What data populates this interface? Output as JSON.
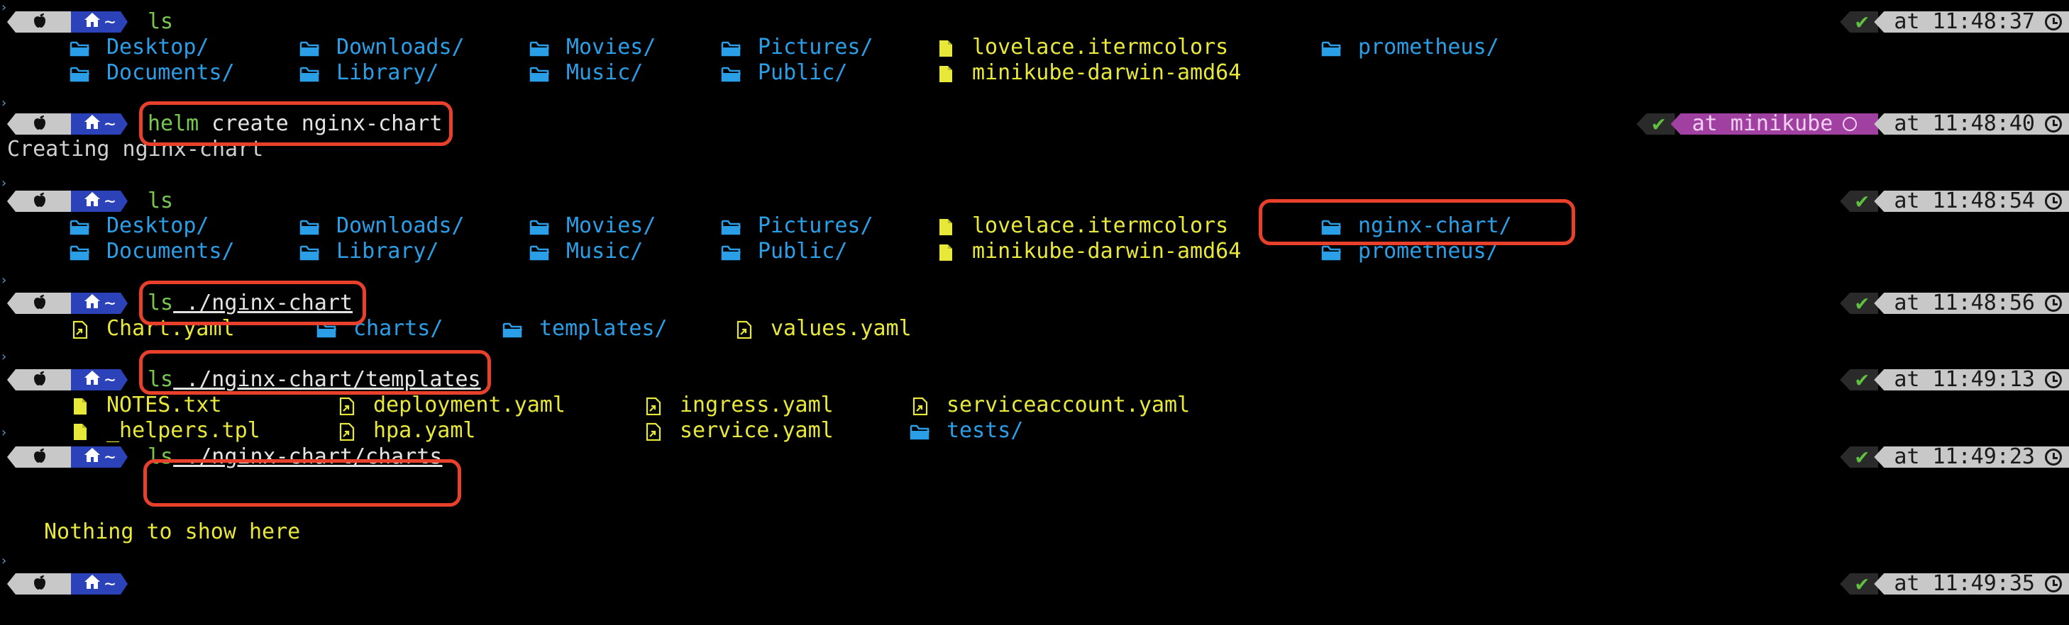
{
  "prompt_segments": {
    "apple_icon": "apple-icon",
    "home_icon": "home-icon",
    "dir": "~"
  },
  "colors": {
    "dir": "#2a9fe8",
    "file": "#e8e83a",
    "cmd_prog": "#78c850",
    "highlight": "#e8402a",
    "kube": "#a040a0",
    "prompt_home": "#2b42b8"
  },
  "blocks": [
    {
      "cmd_prog": "ls",
      "cmd_args": "",
      "status": {
        "ok": "✔",
        "time": "at 11:48:37"
      },
      "rows": [
        [
          {
            "name": "Desktop/",
            "kind": "dir"
          },
          {
            "name": "Downloads/",
            "kind": "dir"
          },
          {
            "name": "Movies/",
            "kind": "dir"
          },
          {
            "name": "Pictures/",
            "kind": "dir"
          },
          {
            "name": "lovelace.itermcolors",
            "kind": "file"
          },
          {
            "name": "prometheus/",
            "kind": "dir"
          }
        ],
        [
          {
            "name": "Documents/",
            "kind": "dir"
          },
          {
            "name": "Library/",
            "kind": "dir"
          },
          {
            "name": "Music/",
            "kind": "dir"
          },
          {
            "name": "Public/",
            "kind": "dir"
          },
          {
            "name": "minikube-darwin-amd64",
            "kind": "file"
          }
        ]
      ]
    },
    {
      "cmd_prog": "helm",
      "cmd_args": " create nginx-chart",
      "status": {
        "ok": "✔",
        "kube": "at minikube",
        "time": "at 11:48:40"
      },
      "output": "Creating nginx-chart"
    },
    {
      "cmd_prog": "ls",
      "cmd_args": "",
      "status": {
        "ok": "✔",
        "time": "at 11:48:54"
      },
      "rows": [
        [
          {
            "name": "Desktop/",
            "kind": "dir"
          },
          {
            "name": "Downloads/",
            "kind": "dir"
          },
          {
            "name": "Movies/",
            "kind": "dir"
          },
          {
            "name": "Pictures/",
            "kind": "dir"
          },
          {
            "name": "lovelace.itermcolors",
            "kind": "file"
          },
          {
            "name": "nginx-chart/",
            "kind": "dir"
          }
        ],
        [
          {
            "name": "Documents/",
            "kind": "dir"
          },
          {
            "name": "Library/",
            "kind": "dir"
          },
          {
            "name": "Music/",
            "kind": "dir"
          },
          {
            "name": "Public/",
            "kind": "dir"
          },
          {
            "name": "minikube-darwin-amd64",
            "kind": "file"
          },
          {
            "name": "prometheus/",
            "kind": "dir"
          }
        ]
      ]
    },
    {
      "cmd_prog": "ls",
      "cmd_args": " ./nginx-chart",
      "status": {
        "ok": "✔",
        "time": "at 11:48:56"
      },
      "rows": [
        [
          {
            "name": "Chart.yaml",
            "kind": "link"
          },
          {
            "name": "charts/",
            "kind": "dir"
          },
          {
            "name": "templates/",
            "kind": "dir"
          },
          {
            "name": "values.yaml",
            "kind": "link"
          }
        ]
      ]
    },
    {
      "cmd_prog": "ls",
      "cmd_args": " ./nginx-chart/templates",
      "status": {
        "ok": "✔",
        "time": "at 11:49:13"
      },
      "rows": [
        [
          {
            "name": "NOTES.txt",
            "kind": "file"
          },
          {
            "name": "deployment.yaml",
            "kind": "link"
          },
          {
            "name": "ingress.yaml",
            "kind": "link"
          },
          {
            "name": "serviceaccount.yaml",
            "kind": "link"
          }
        ],
        [
          {
            "name": "_helpers.tpl",
            "kind": "file"
          },
          {
            "name": "hpa.yaml",
            "kind": "link"
          },
          {
            "name": "service.yaml",
            "kind": "link"
          },
          {
            "name": "tests/",
            "kind": "dir"
          }
        ]
      ]
    },
    {
      "cmd_prog": "ls",
      "cmd_args": " ./nginx-chart/charts",
      "status": {
        "ok": "✔",
        "time": "at 11:49:23"
      },
      "output": "Nothing to show here"
    },
    {
      "cmd_prog": "",
      "cmd_args": "",
      "status": {
        "ok": "✔",
        "time": "at 11:49:35"
      }
    }
  ]
}
